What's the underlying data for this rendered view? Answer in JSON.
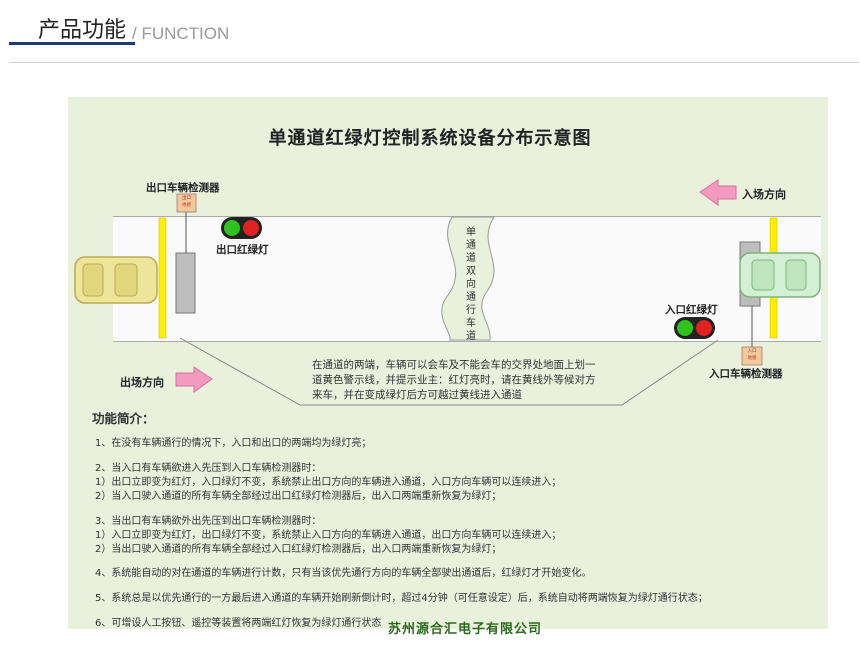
{
  "header": {
    "title": "产品功能",
    "subtitle": "/ FUNCTION"
  },
  "diagram": {
    "title": "单通道红绿灯控制系统设备分布示意图",
    "exit_detector_label": "出口车辆检测器",
    "exit_light_label": "出口红绿灯",
    "entry_direction_label": "入场方向",
    "entry_light_label": "入口红绿灯",
    "entry_detector_label": "入口车辆检测器",
    "exit_direction_label": "出场方向",
    "sensor_box_text": [
      "出口",
      "地感"
    ],
    "sensor_box_text_right": [
      "入口",
      "地感"
    ],
    "lane_text": [
      "单",
      "通",
      "道",
      "双",
      "向",
      "通",
      "行",
      "车",
      "道"
    ],
    "note_lines": [
      "在通道的两端，车辆可以会车及不能会车的交界处地面上划一",
      "道黄色警示线，并提示业主：红灯亮时，请在黄线外等候对方",
      "来车，并在变成绿灯后方可越过黄线进入通道"
    ],
    "features_heading": "功能简介：",
    "features": [
      "1、在没有车辆通行的情况下，入口和出口的两端均为绿灯亮；",
      "",
      "2、当入口有车辆欲进入先压到入口车辆检测器时：",
      "1）出口立即变为红灯，入口绿灯不变，系统禁止出口方向的车辆进入通道，入口方向车辆可以连续进入；",
      "2）当入口驶入通道的所有车辆全部经过出口红绿灯检测器后，出入口两端重新恢复为绿灯；",
      "",
      "3、当出口有车辆欲外出先压到出口车辆检测器时：",
      "1）入口立即变为红灯，出口绿灯不变，系统禁止入口方向的车辆进入通道，出口方向车辆可以连续进入；",
      "2）当出口驶入通道的所有车辆全部经过入口红绿灯检测器后，出入口两端重新恢复为绿灯；",
      "",
      "4、系统能自动的对在通道的车辆进行计数，只有当该优先通行方向的车辆全部驶出通道后，红绿灯才开始变化。",
      "",
      "5、系统总是以优先通行的一方最后进入通道的车辆开始刷新倒计时，超过4分钟（可任意设定）后，系统自动将两端恢复为绿灯通行状态；",
      "",
      "6、可增设人工按钮、遥控等装置将两端红灯恢复为绿灯通行状态"
    ],
    "company": "苏州源合汇电子有限公司",
    "colors": {
      "panel": "#e9f0dc",
      "road": "#fafafa",
      "yellow_line": "#ffee00",
      "arrow": "#f39ac0",
      "green_light": "#2ec41e",
      "red_light": "#e02222",
      "header_bar": "#1c3c78"
    }
  }
}
